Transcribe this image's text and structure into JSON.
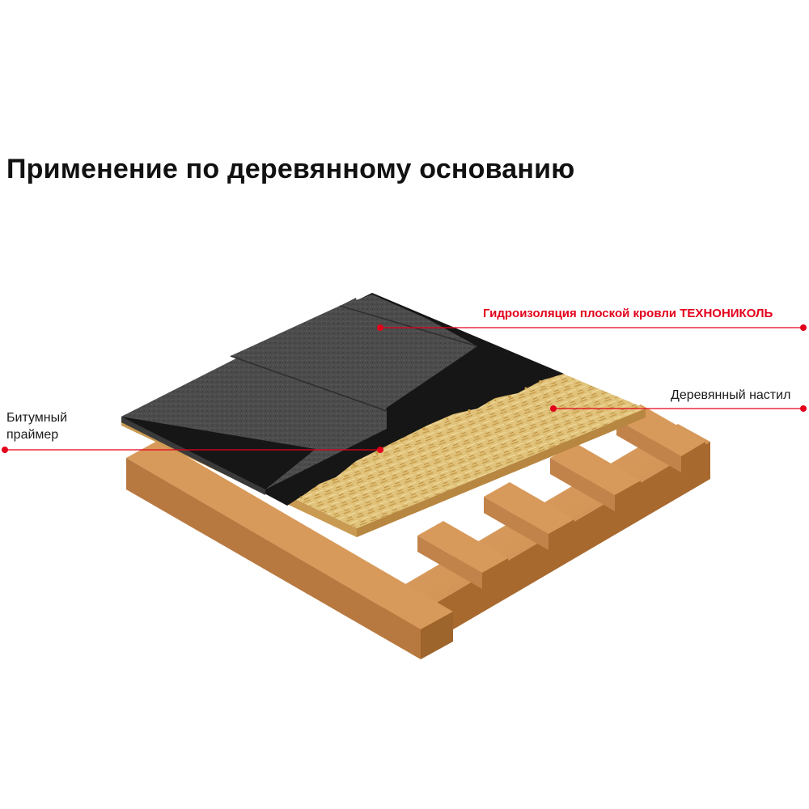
{
  "title": "Применение по деревянному основанию",
  "callouts": {
    "waterproofing": "Гидроизоляция плоской кровли ТЕХНОНИКОЛЬ",
    "decking": "Деревянный настил",
    "primer_line1": "Битумный",
    "primer_line2": "праймер"
  },
  "colors": {
    "accent_red": "#e3001b",
    "membrane": "#4a4a4a",
    "primer": "#151515",
    "osb": "#dcb86a",
    "wood": "#c98a4c"
  }
}
